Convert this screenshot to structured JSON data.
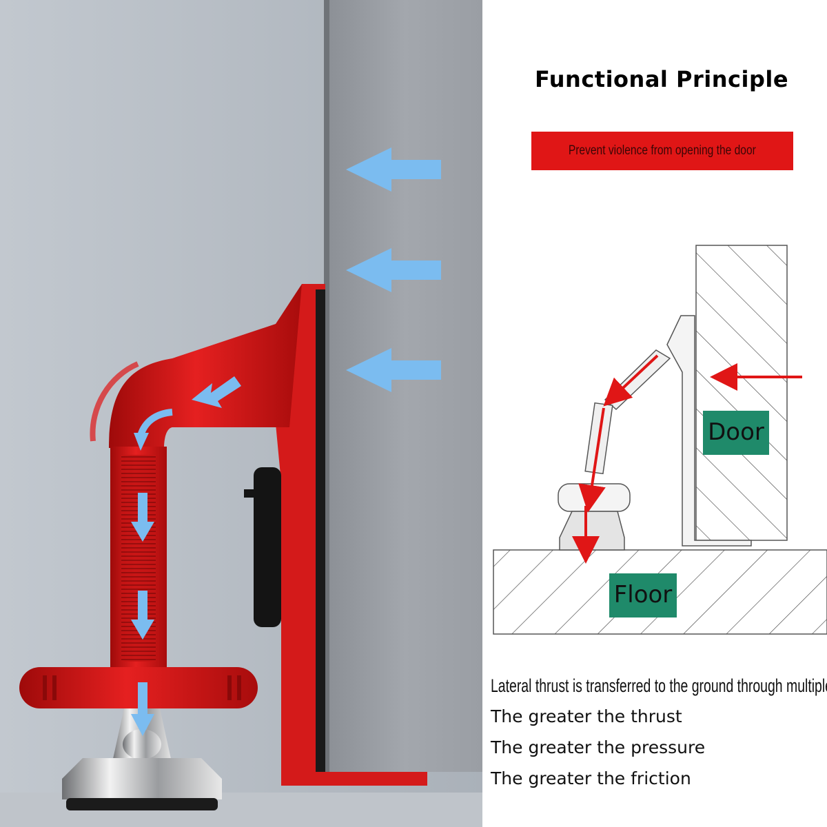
{
  "title": "Functional Principle",
  "banner": "Prevent violence from opening the door",
  "diagram": {
    "door_label": "Door",
    "floor_label": "Floor"
  },
  "description": {
    "lines": [
      "Lateral thrust is transferred to the ground through multiple hinge",
      "The greater the thrust",
      "The greater the pressure",
      "The greater the friction"
    ]
  },
  "colors": {
    "red": "#e01616",
    "arrow_blue": "#7bbcf0",
    "label_green": "#1f8a6a",
    "label_text": "#111111"
  }
}
